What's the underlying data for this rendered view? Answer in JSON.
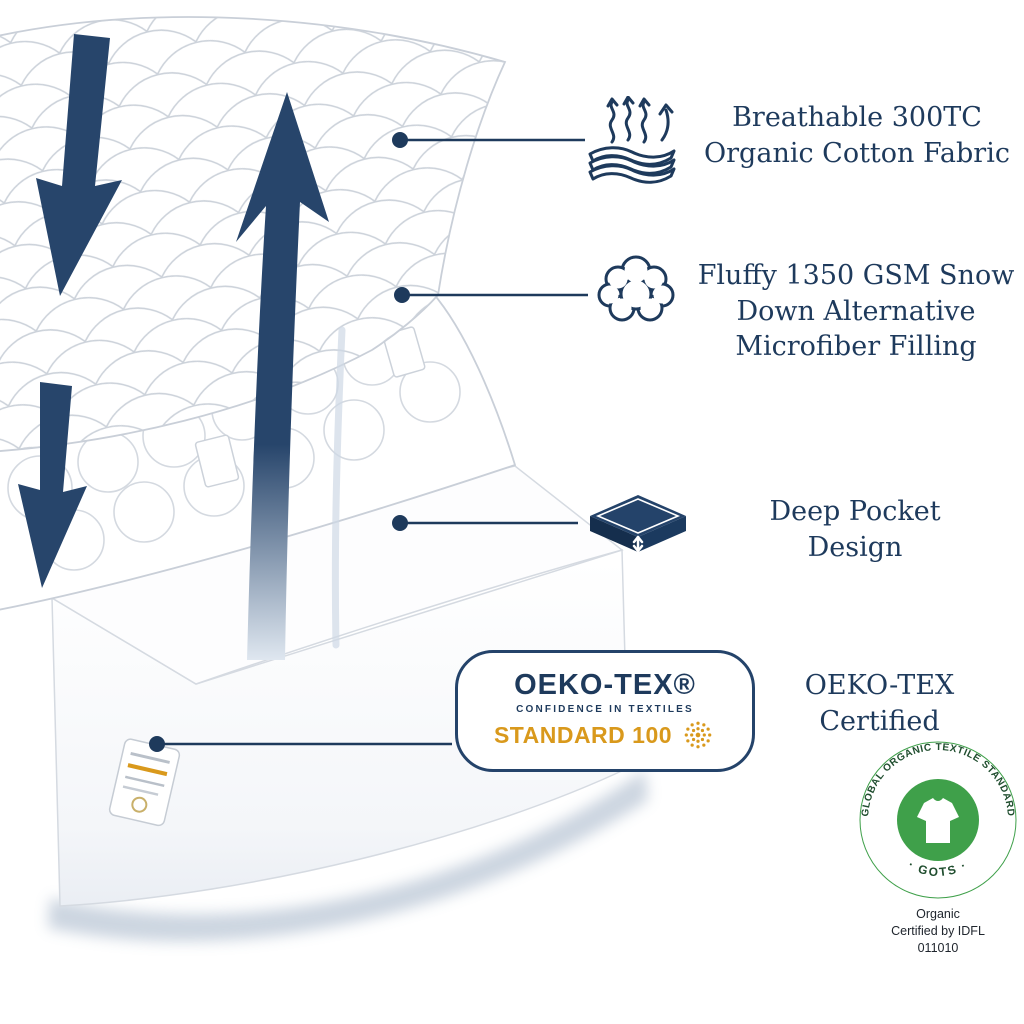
{
  "colors": {
    "navy": "#1e3a5c",
    "gold": "#d9991c",
    "green": "#3fa04a"
  },
  "callouts": [
    {
      "id": "breathable-fabric",
      "icon": "breathable-fabric-icon",
      "lines": [
        "Breathable 300TC",
        "Organic Cotton Fabric"
      ]
    },
    {
      "id": "fluffy-filling",
      "icon": "snow-fluff-icon",
      "lines": [
        "Fluffy 1350 GSM Snow",
        "Down Alternative",
        "Microfiber Filling"
      ]
    },
    {
      "id": "deep-pocket",
      "icon": "deep-pocket-mattress-icon",
      "lines": [
        "Deep Pocket",
        "Design"
      ]
    },
    {
      "id": "oeko-certified",
      "icon": "oeko-tex-badge",
      "lines": [
        "OEKO-TEX",
        "Certified"
      ]
    }
  ],
  "oeko_badge": {
    "brand": "OEKO-TEX®",
    "tagline": "CONFIDENCE IN TEXTILES",
    "standard": "STANDARD 100",
    "emblem": "gold-dotted-flower-icon"
  },
  "gots": {
    "ring_text_top": "GLOBAL ORGANIC TEXTILE STANDARD",
    "ring_text_bottom": "· GOTS ·",
    "center_icon": "white-shirt-icon",
    "caption_lines": [
      "Organic",
      "Certified by IDFL",
      "011010"
    ]
  }
}
